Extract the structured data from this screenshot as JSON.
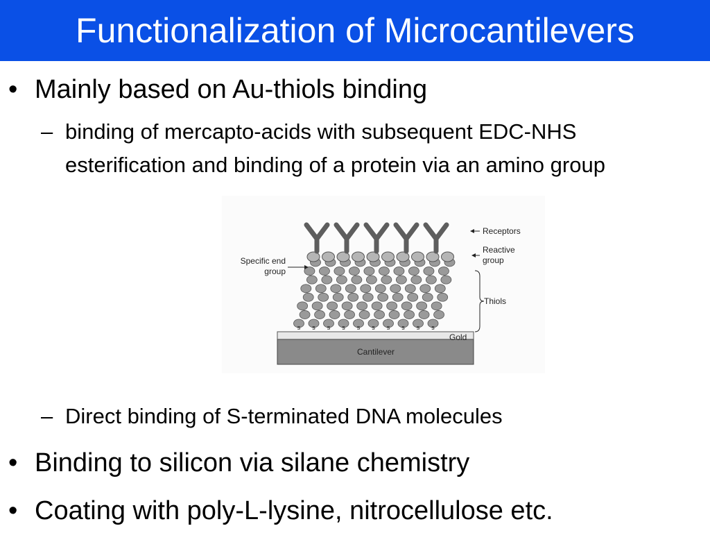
{
  "slide": {
    "title": "Functionalization of Microcantilevers",
    "accent_color": "#0a50e6"
  },
  "bullets": [
    {
      "text": "Mainly based on Au-thiols binding",
      "sub": [
        {
          "text": "binding of mercapto-acids with subsequent EDC-NHS esterification and binding of a protein via an amino group"
        },
        {
          "text": "Direct binding of S-terminated DNA molecules"
        }
      ]
    },
    {
      "text": "Binding to silicon via silane chemistry"
    },
    {
      "text": "Coating with poly-L-lysine, nitrocellulose etc."
    }
  ],
  "figure": {
    "labels": {
      "receptors": "Receptors",
      "reactive_1": "Reactive",
      "reactive_2": "group",
      "specific_1": "Specific end",
      "specific_2": "group",
      "thiols": "Thiols",
      "gold": "Gold",
      "cantilever": "Cantilever",
      "sulfur": "s"
    }
  }
}
